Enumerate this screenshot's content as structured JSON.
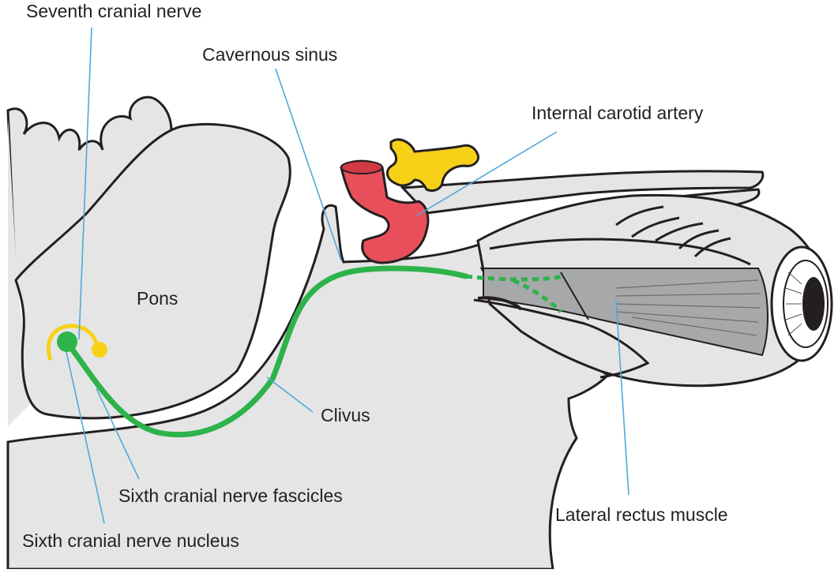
{
  "labels": {
    "seventh_nerve": "Seventh cranial nerve",
    "cavernous_sinus": "Cavernous sinus",
    "internal_carotid": "Internal carotid artery",
    "pons": "Pons",
    "clivus": "Clivus",
    "sixth_fascicles": "Sixth cranial nerve fascicles",
    "sixth_nucleus": "Sixth cranial nerve nucleus",
    "lateral_rectus": "Lateral rectus muscle"
  },
  "colors": {
    "outline": "#231f20",
    "tissue": "#e5e5e5",
    "muscle": "#a7a8aa",
    "nerve_green": "#2db34a",
    "seventh_yellow": "#f7d117",
    "artery_red": "#e94f5a",
    "leader_line": "#4fa9dc"
  }
}
